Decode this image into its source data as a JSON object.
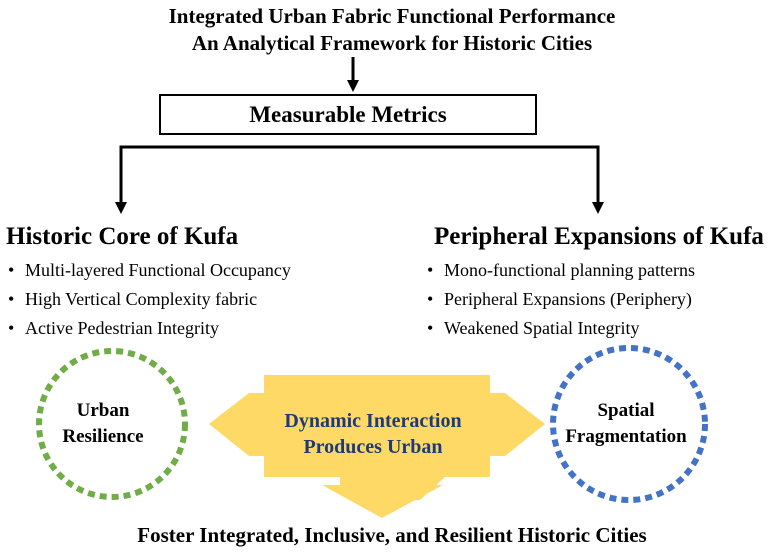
{
  "header": {
    "title_line1": "Integrated Urban Fabric Functional Performance",
    "title_line2": "An Analytical Framework for Historic Cities"
  },
  "metrics_box": {
    "label": "Measurable Metrics"
  },
  "left_group": {
    "title": "Historic Core of Kufa",
    "items": [
      "Multi-layered Functional Occupancy",
      "High Vertical Complexity fabric",
      "Active Pedestrian Integrity"
    ],
    "circle_line1": "Urban",
    "circle_line2": "Resilience",
    "circle_color": "#70ad47"
  },
  "right_group": {
    "title": "Peripheral Expansions of Kufa",
    "items": [
      "Mono-functional planning patterns",
      "Peripheral Expansions (Periphery)",
      "Weakened Spatial Integrity"
    ],
    "circle_line1": "Spatial",
    "circle_line2": "Fragmentation",
    "circle_color": "#4472c4"
  },
  "center": {
    "line1": "Dynamic Interaction",
    "line2": "Produces Urban",
    "arrow_color": "#ffd966",
    "text_color": "#1f3a78"
  },
  "footer": {
    "text": "Foster Integrated, Inclusive, and Resilient Historic Cities"
  }
}
